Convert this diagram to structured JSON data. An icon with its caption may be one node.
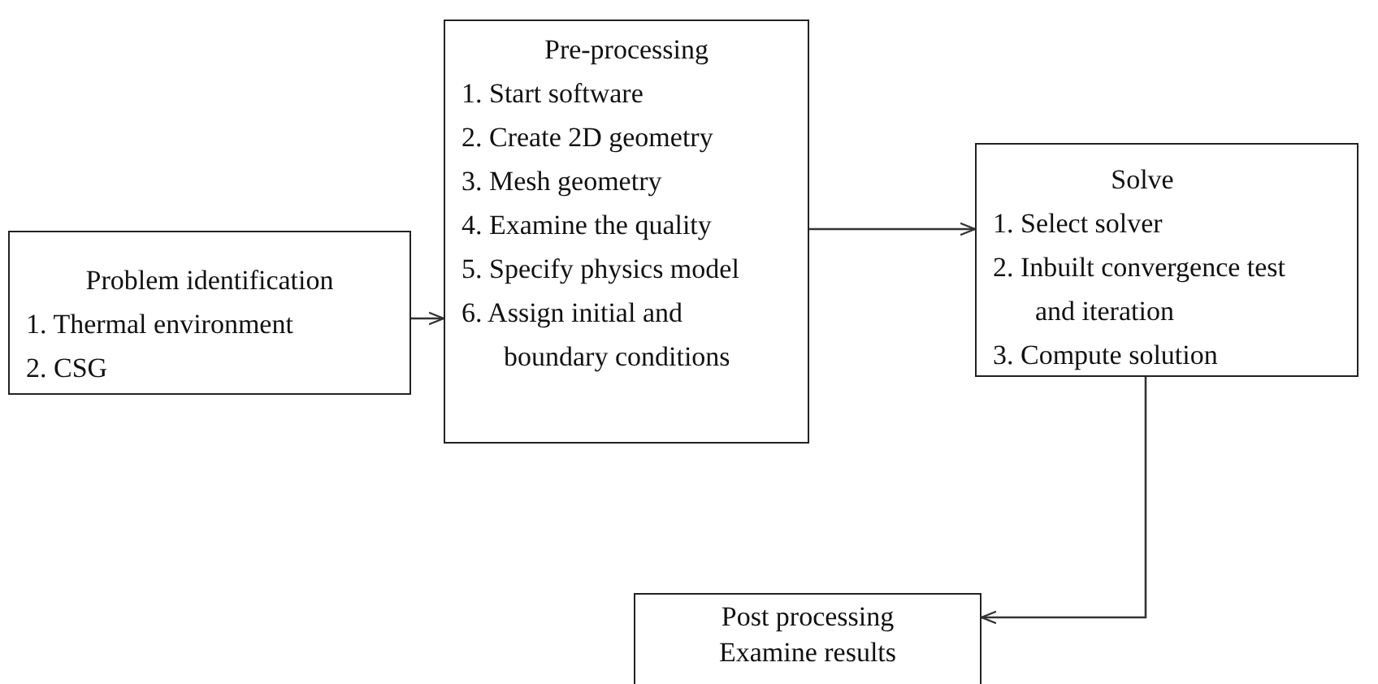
{
  "diagram": {
    "nodes": [
      {
        "text": [
          "Problem identification",
          "1. Thermal environment",
          "2. CSG"
        ]
      },
      {
        "text": [
          "Pre-processing",
          "1. Start software",
          "2. Create 2D geometry",
          "3. Mesh geometry",
          "4. Examine the quality",
          "5. Specify physics model",
          "6. Assign initial and boundary conditions"
        ]
      },
      {
        "text": [
          "Solve",
          "1. Select solver",
          "2. Inbuilt convergence test and iteration",
          "3. Compute solution"
        ]
      },
      {
        "text": [
          "Post processing",
          "Examine results"
        ]
      }
    ],
    "edges": [
      {
        "from": 0,
        "to": 1,
        "arrow": "to"
      },
      {
        "from": 1,
        "to": 2,
        "arrow": "to"
      },
      {
        "from": 2,
        "to": 3,
        "arrow": "to"
      }
    ]
  }
}
